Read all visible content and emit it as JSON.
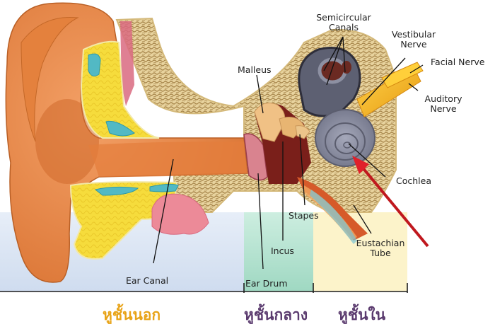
{
  "diagram": {
    "type": "anatomy",
    "subject": "human ear cross-section",
    "labels": {
      "semicircular_canals_1": "Semicircular",
      "semicircular_canals_2": "Canals",
      "vestibular_nerve_1": "Vestibular",
      "vestibular_nerve_2": "Nerve",
      "facial_nerve": "Facial Nerve",
      "auditory_nerve_1": "Auditory",
      "auditory_nerve_2": "Nerve",
      "malleus": "Malleus",
      "cochlea": "Cochlea",
      "stapes": "Stapes",
      "incus": "Incus",
      "eustachian_tube_1": "Eustachian",
      "eustachian_tube_2": "Tube",
      "ear_canal": "Ear Canal",
      "ear_drum": "Ear Drum"
    },
    "regions": [
      {
        "label": "หูชั้นนอก",
        "meaning": "outer ear",
        "color": "#e8a317",
        "bg": "#d3dff0"
      },
      {
        "label": "หูชั้นกลาง",
        "meaning": "middle ear",
        "color": "#5a3a6e",
        "bg": "#a8dcc8"
      },
      {
        "label": "หูชั้นใน",
        "meaning": "inner ear",
        "color": "#5a3a6e",
        "bg": "#fbf1c4"
      }
    ],
    "colors": {
      "skin": "#e98a45",
      "skin_dark": "#c86a2a",
      "cartilage": "#f5d63a",
      "bone": "#e6cf9a",
      "bone_texture": "#a88a50",
      "cochlea": "#8c8fa3",
      "nerve": "#f2b21c",
      "tissue_pink": "#e77a8c",
      "fluid_blue": "#52b9c4",
      "arrow_red": "#c0181e",
      "leader_line": "#111111"
    }
  }
}
